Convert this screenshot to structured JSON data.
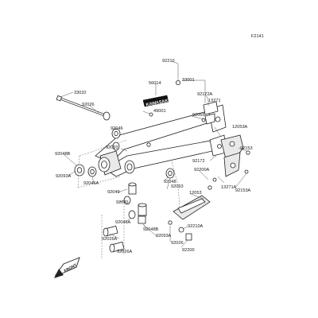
{
  "diagram_code": "F2141",
  "decal_text": "KAWASAKI",
  "front_arrow_text": "FRONT",
  "callouts": [
    {
      "id": "92210",
      "text": "92210"
    },
    {
      "id": "33001",
      "text": "33001"
    },
    {
      "id": "56014",
      "text": "56014"
    },
    {
      "id": "33032",
      "text": "33032"
    },
    {
      "id": "92172A",
      "text": "92172A"
    },
    {
      "id": "13271",
      "text": "13271"
    },
    {
      "id": "49001",
      "text": "49001"
    },
    {
      "id": "92026",
      "text": "92026"
    },
    {
      "id": "92065",
      "text": "92065"
    },
    {
      "id": "92046_a",
      "text": "92046"
    },
    {
      "id": "12053A",
      "text": "12053A"
    },
    {
      "id": "92093_a",
      "text": "92093"
    },
    {
      "id": "92048B",
      "text": "92048B"
    },
    {
      "id": "92153",
      "text": "92153"
    },
    {
      "id": "92093A_a",
      "text": "92093A"
    },
    {
      "id": "92172",
      "text": "92172"
    },
    {
      "id": "92200A",
      "text": "92200A"
    },
    {
      "id": "92046A_a",
      "text": "92046A"
    },
    {
      "id": "92048",
      "text": "92048"
    },
    {
      "id": "92093_b",
      "text": "92093"
    },
    {
      "id": "92049_a",
      "text": "92049"
    },
    {
      "id": "13271A",
      "text": "13271A"
    },
    {
      "id": "92153A",
      "text": "92153A"
    },
    {
      "id": "92049_b",
      "text": "92049"
    },
    {
      "id": "12053",
      "text": "12053"
    },
    {
      "id": "92046A_b",
      "text": "92046A"
    },
    {
      "id": "92048B_b",
      "text": "92048B"
    },
    {
      "id": "92093A_b",
      "text": "92093A"
    },
    {
      "id": "92026A_a",
      "text": "92026A"
    },
    {
      "id": "92026B",
      "text": "92026"
    },
    {
      "id": "92210A",
      "text": "92210A"
    },
    {
      "id": "92200",
      "text": "92200"
    },
    {
      "id": "92026A_b",
      "text": "92026A"
    }
  ]
}
